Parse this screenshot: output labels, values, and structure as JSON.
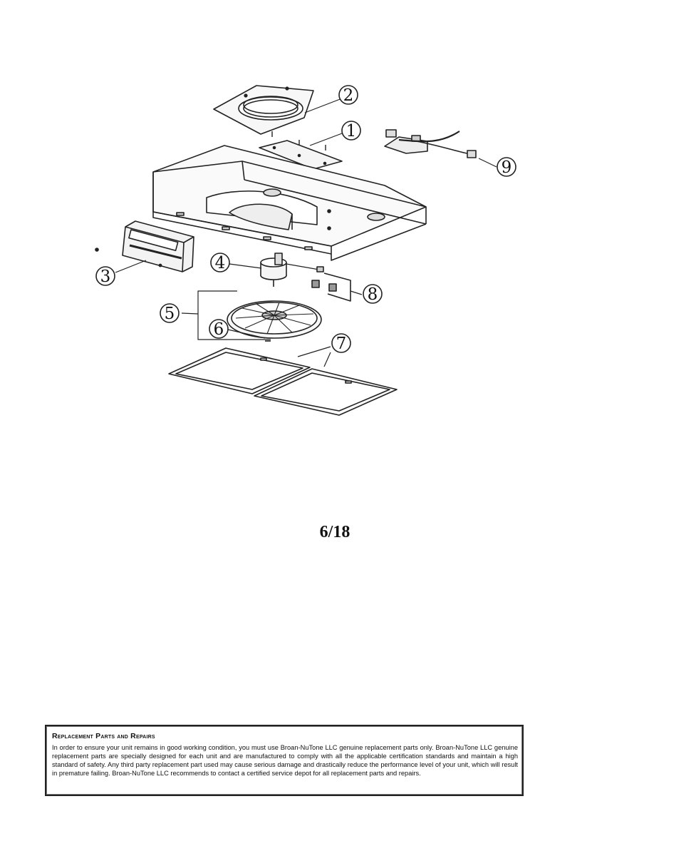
{
  "diagram": {
    "callouts": [
      {
        "id": "callout-1",
        "label": "1"
      },
      {
        "id": "callout-2",
        "label": "2"
      },
      {
        "id": "callout-3",
        "label": "3"
      },
      {
        "id": "callout-4",
        "label": "4"
      },
      {
        "id": "callout-5",
        "label": "5"
      },
      {
        "id": "callout-6",
        "label": "6"
      },
      {
        "id": "callout-7",
        "label": "7"
      },
      {
        "id": "callout-8",
        "label": "8"
      },
      {
        "id": "callout-9",
        "label": "9"
      }
    ]
  },
  "page_number": "6/18",
  "notice": {
    "title": "Replacement Parts and Repairs",
    "body": "In order to ensure your unit remains in good working condition, you must use Broan-NuTone LLC genuine replacement parts only. Broan-NuTone LLC genuine replacement parts are specially designed for each unit and are manufactured to comply with all the applicable certification standards and maintain a high standard of safety. Any third party replacement part used may cause serious damage and drastically reduce the performance level of your unit, which will result in premature failing. Broan-NuTone LLC recommends to contact a certified service depot for all replacement parts and repairs."
  }
}
